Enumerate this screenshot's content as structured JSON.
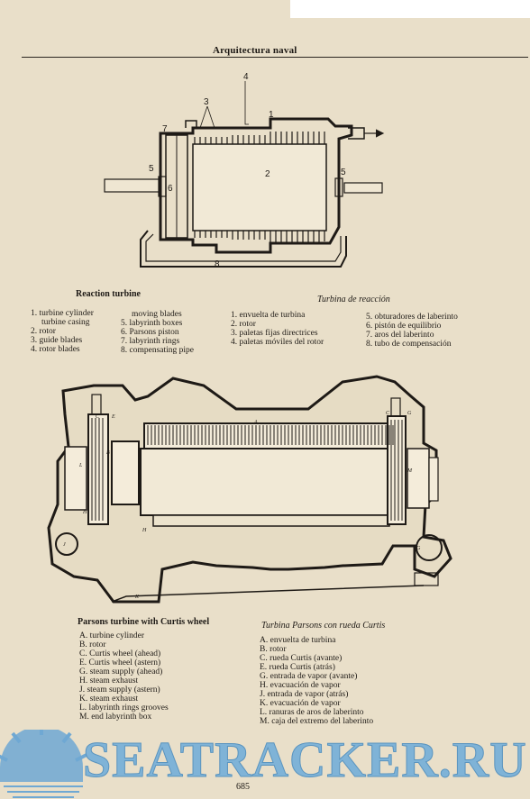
{
  "header": {
    "title": "Arquitectura naval"
  },
  "figure1": {
    "callouts": [
      "1",
      "2",
      "3",
      "4",
      "5",
      "5",
      "6",
      "7",
      "8"
    ],
    "caption_en": "Reaction turbine",
    "caption_es": "Turbina de reacción",
    "legend_en_col1": [
      "1. turbine cylinder",
      "    turbine casing",
      "2. rotor",
      "3. guide blades",
      "4. rotor blades"
    ],
    "legend_en_col2": [
      "moving blades",
      "5. labyrinth boxes",
      "6. Parsons piston",
      "7. labyrinth rings",
      "8. compensating pipe"
    ],
    "legend_es_col1": [
      "1. envuelta de turbina",
      "2. rotor",
      "3. paletas fijas directrices",
      "4. paletas móviles del rotor"
    ],
    "legend_es_col2": [
      "5. obturadores de laberinto",
      "6. pistón de equilibrio",
      "7. aros del laberinto",
      "8. tubo de compensación"
    ]
  },
  "figure2": {
    "callouts": [
      "A",
      "B",
      "C",
      "E",
      "L",
      "M",
      "H",
      "J",
      "K",
      "G",
      "C",
      "G",
      "H"
    ],
    "caption_en": "Parsons turbine with Curtis wheel",
    "caption_es": "Turbina Parsons con rueda Curtis",
    "legend_en": [
      "A. turbine cylinder",
      "B. rotor",
      "C. Curtis wheel (ahead)",
      "E. Curtis wheel (astern)",
      "G. steam supply (ahead)",
      "H. steam exhaust",
      "J. steam supply (astern)",
      "K. steam exhaust",
      "L. labyrinth rings grooves",
      "M. end labyrinth box"
    ],
    "legend_es": [
      "A. envuelta de turbina",
      "B. rotor",
      "C. rueda Curtis (avante)",
      "E. rueda Curtis (atrás)",
      "G. entrada de vapor (avante)",
      "H. evacuación de vapor",
      "J. entrada de vapor (atrás)",
      "K. evacuación de vapor",
      "L. ranuras de aros de laberinto",
      "M. caja del extremo del laberinto"
    ]
  },
  "watermark": {
    "text": "SEATRACKER.RU"
  },
  "footer": {
    "page_number": "685"
  }
}
